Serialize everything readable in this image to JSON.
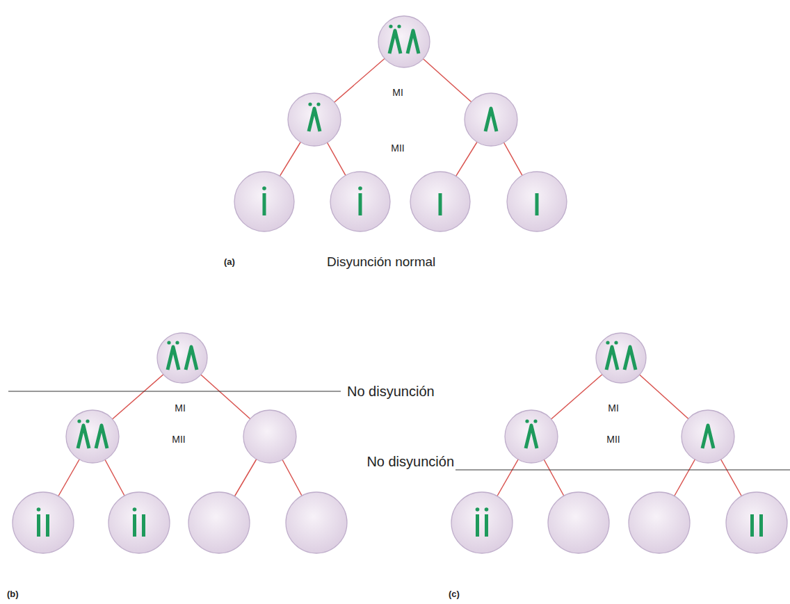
{
  "diagram": {
    "labels": [
      "MI",
      "MII",
      "(a)",
      "Disyunción normal",
      "No disyunción",
      "MI",
      "MII",
      "No disyunción",
      "MI",
      "MII",
      "(b)",
      "(c)"
    ]
  }
}
